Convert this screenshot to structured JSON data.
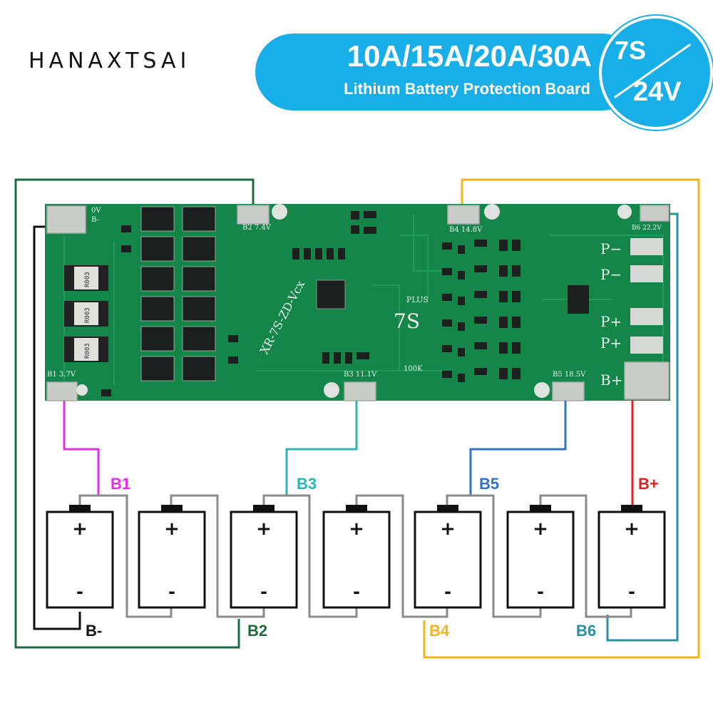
{
  "brand": "HANAXTSAI",
  "banner": {
    "title": "10A/15A/20A/30A",
    "subtitle": "Lithium Battery Protection Board",
    "cells": "7S",
    "voltage": "24V"
  },
  "board": {
    "model": "XR-7S-ZD-Vcx",
    "center_label": "7S",
    "plus_label": "PLUS",
    "resistor_label": "100K",
    "shunt_code": "R003",
    "pads": [
      {
        "id": "B-",
        "text": "0V\nB-"
      },
      {
        "id": "B2",
        "text": "B2 7.4V"
      },
      {
        "id": "B4",
        "text": "B4 14.8V"
      },
      {
        "id": "B6",
        "text": "B6 22.2V"
      },
      {
        "id": "B1",
        "text": "B1 3.7V"
      },
      {
        "id": "B3",
        "text": "B3 11.1V"
      },
      {
        "id": "B5",
        "text": "B5 18.5V"
      }
    ],
    "outputs": [
      "P-",
      "P-",
      "P+",
      "P+",
      "B+"
    ]
  },
  "wire_labels": {
    "b1": "B1",
    "b3": "B3",
    "b5": "B5",
    "bplus": "B+",
    "bminus": "B-",
    "b2": "B2",
    "b4": "B4",
    "b6": "B6"
  },
  "colors": {
    "b1": "#e62ee6",
    "b2": "#1e6b3c",
    "b3": "#2bb5b5",
    "b4": "#f2b51c",
    "b5": "#2e72c9",
    "b6": "#2a8fa6",
    "bplus": "#e01f1f",
    "bminus": "#111111",
    "link": "#8a8a8a",
    "board": "#15864a",
    "banner": "#18aee8"
  },
  "battery": {
    "plus": "+",
    "minus": "-",
    "count": 7
  }
}
